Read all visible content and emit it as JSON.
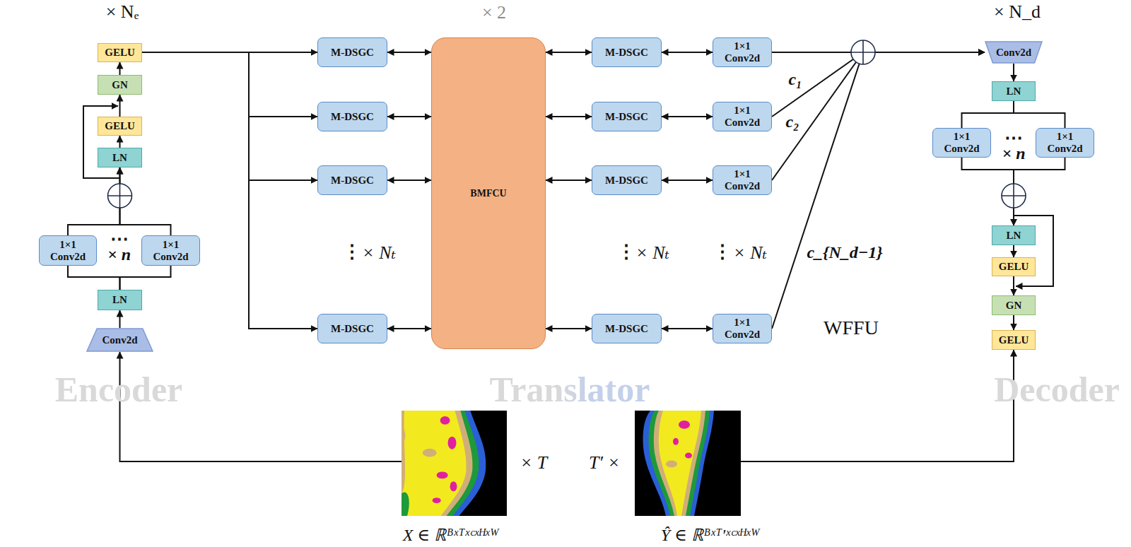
{
  "diagram": {
    "nodes": [
      {
        "text": [
          "× Nₑ",
          "Encoder"
        ]
      },
      {
        "text": [
          "Conv2d"
        ],
        "in": 0
      },
      {
        "text": [
          "LN"
        ],
        "in": 0
      },
      {
        "text": [
          "1×1 Conv2d"
        ],
        "in": 0
      },
      {
        "text": [
          "1×1 Conv2d"
        ],
        "in": 0
      },
      {
        "text": [
          "LN"
        ],
        "in": 0
      },
      {
        "text": [
          "GELU"
        ],
        "in": 0
      },
      {
        "text": [
          "GN"
        ],
        "in": 0
      },
      {
        "text": [
          "GELU"
        ],
        "in": 0
      },
      {
        "text": [
          "× 2",
          "Translator"
        ]
      },
      {
        "text": [
          "M-DSGC"
        ],
        "in": 9
      },
      {
        "text": [
          "M-DSGC"
        ],
        "in": 9
      },
      {
        "text": [
          "M-DSGC"
        ],
        "in": 9
      },
      {
        "text": [
          "M-DSGC"
        ],
        "in": 9
      },
      {
        "text": [
          "BMFCU"
        ],
        "in": 9
      },
      {
        "text": [
          "M-DSGC"
        ],
        "in": 9
      },
      {
        "text": [
          "M-DSGC"
        ],
        "in": 9
      },
      {
        "text": [
          "M-DSGC"
        ],
        "in": 9
      },
      {
        "text": [
          "M-DSGC"
        ],
        "in": 9
      },
      {
        "text": [
          "WFFU"
        ],
        "in": 9
      },
      {
        "text": [
          "1×1 Conv2d"
        ],
        "in": 19
      },
      {
        "text": [
          "1×1 Conv2d"
        ],
        "in": 19
      },
      {
        "text": [
          "1×1 Conv2d"
        ],
        "in": 19
      },
      {
        "text": [
          "1×1 Conv2d"
        ],
        "in": 19
      },
      {
        "text": [
          "× N_d",
          "Decoder"
        ]
      },
      {
        "text": [
          "Conv2d"
        ],
        "in": 24
      },
      {
        "text": [
          "LN"
        ],
        "in": 24
      },
      {
        "text": [
          "1×1 Conv2d"
        ],
        "in": 24
      },
      {
        "text": [
          "1×1 Conv2d"
        ],
        "in": 24
      },
      {
        "text": [
          "LN"
        ],
        "in": 24
      },
      {
        "text": [
          "GELU"
        ],
        "in": 24
      },
      {
        "text": [
          "GN"
        ],
        "in": 24
      },
      {
        "text": [
          "GELU"
        ],
        "in": 24
      },
      {
        "text": [
          "X ∈ ℝᴮˣᵀˣᶜˣᴴˣᵂ"
        ]
      },
      {
        "text": [
          "Ŷ ∈ ℝᴮˣᵀ′ˣᶜˣᴴˣᵂ"
        ]
      }
    ],
    "edges": [
      {
        "from": 1,
        "to": 2,
        "arrow": "to"
      },
      {
        "from": 2,
        "to": 3,
        "arrow": "none"
      },
      {
        "from": 2,
        "to": 4,
        "arrow": "none"
      },
      {
        "from": 3,
        "to": 5,
        "arrow": "to"
      },
      {
        "from": 4,
        "to": 5,
        "arrow": "to"
      },
      {
        "from": 5,
        "to": 6,
        "arrow": "to"
      },
      {
        "from": 6,
        "to": 7,
        "arrow": "to"
      },
      {
        "from": 7,
        "to": 8,
        "arrow": "to"
      },
      {
        "from": 8,
        "to": 10,
        "arrow": "to"
      },
      {
        "from": 8,
        "to": 11,
        "arrow": "to"
      },
      {
        "from": 8,
        "to": 12,
        "arrow": "to"
      },
      {
        "from": 8,
        "to": 13,
        "arrow": "to"
      },
      {
        "from": 10,
        "to": 14,
        "arrow": "both"
      },
      {
        "from": 11,
        "to": 14,
        "arrow": "both"
      },
      {
        "from": 12,
        "to": 14,
        "arrow": "both"
      },
      {
        "from": 13,
        "to": 14,
        "arrow": "both"
      },
      {
        "from": 14,
        "to": 15,
        "arrow": "both"
      },
      {
        "from": 14,
        "to": 16,
        "arrow": "both"
      },
      {
        "from": 14,
        "to": 17,
        "arrow": "both"
      },
      {
        "from": 14,
        "to": 18,
        "arrow": "both"
      },
      {
        "from": 15,
        "to": 20,
        "arrow": "both"
      },
      {
        "from": 16,
        "to": 21,
        "arrow": "both"
      },
      {
        "from": 17,
        "to": 22,
        "arrow": "both"
      },
      {
        "from": 18,
        "to": 23,
        "arrow": "both"
      },
      {
        "from": 20,
        "to": 25,
        "arrow": "to"
      },
      {
        "from": 21,
        "to": 25,
        "label": "c₁",
        "arrow": "to"
      },
      {
        "from": 22,
        "to": 25,
        "label": "c₂",
        "arrow": "to"
      },
      {
        "from": 23,
        "to": 25,
        "label": "c_{N_d−1}",
        "arrow": "to"
      },
      {
        "from": 25,
        "to": 26,
        "arrow": "to"
      },
      {
        "from": 26,
        "to": 27,
        "arrow": "none"
      },
      {
        "from": 26,
        "to": 28,
        "arrow": "none"
      },
      {
        "from": 27,
        "to": 29,
        "arrow": "to"
      },
      {
        "from": 28,
        "to": 29,
        "arrow": "to"
      },
      {
        "from": 29,
        "to": 30,
        "arrow": "to"
      },
      {
        "from": 30,
        "to": 31,
        "arrow": "to"
      },
      {
        "from": 31,
        "to": 32,
        "arrow": "to"
      },
      {
        "from": 33,
        "to": 1,
        "arrow": "to"
      },
      {
        "from": 34,
        "to": 32,
        "arrow": "to"
      }
    ],
    "labels": [
      "⋯",
      "× n",
      "⋮",
      "× Nₜ",
      "⋮",
      "× Nₜ",
      "⋮",
      "× Nₜ",
      "⋯",
      "× n",
      "× T",
      "T′ ×"
    ]
  }
}
